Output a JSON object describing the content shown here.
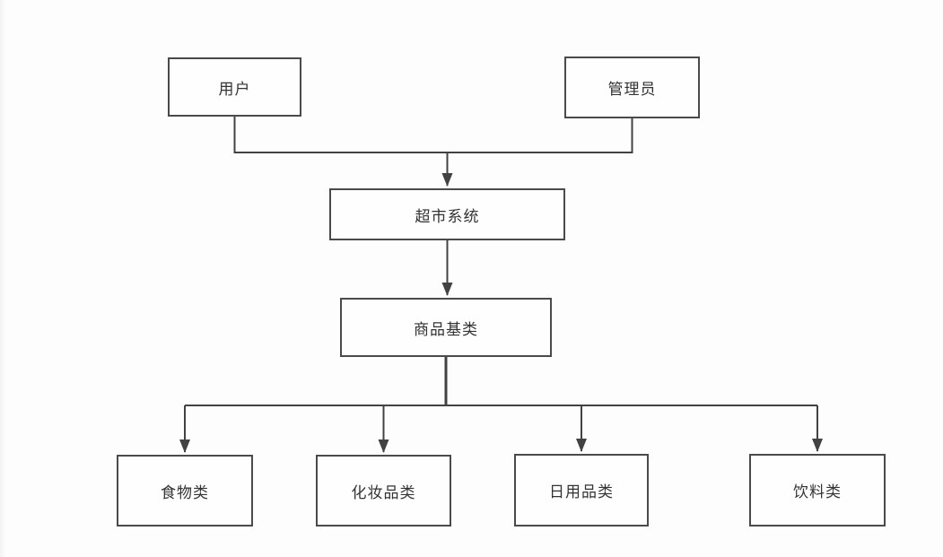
{
  "diagram": {
    "nodes": {
      "user": {
        "label": "用户"
      },
      "admin": {
        "label": "管理员"
      },
      "system": {
        "label": "超市系统"
      },
      "base": {
        "label": "商品基类"
      },
      "food": {
        "label": "食物类"
      },
      "cosmetics": {
        "label": "化妆品类"
      },
      "daily": {
        "label": "日用品类"
      },
      "drinks": {
        "label": "饮料类"
      }
    },
    "edges": [
      {
        "from": "用户",
        "to": "超市系统"
      },
      {
        "from": "管理员",
        "to": "超市系统"
      },
      {
        "from": "超市系统",
        "to": "商品基类"
      },
      {
        "from": "商品基类",
        "to": "食物类"
      },
      {
        "from": "商品基类",
        "to": "化妆品类"
      },
      {
        "from": "商品基类",
        "to": "日用品类"
      },
      {
        "from": "商品基类",
        "to": "饮料类"
      }
    ],
    "colors": {
      "line": "#424242",
      "box_border": "#4a4a4a",
      "box_fill": "#fefefe",
      "text": "#333333",
      "background": "#fdfdfd"
    }
  }
}
